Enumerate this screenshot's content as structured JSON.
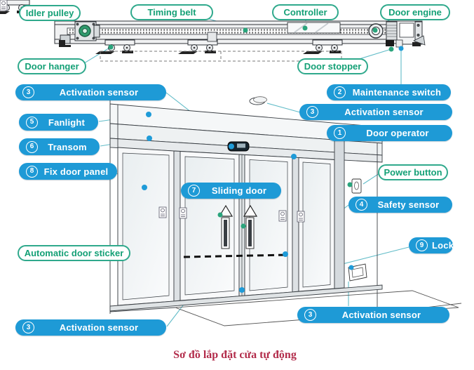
{
  "caption": "Sơ đồ lắp đặt cửa tự động",
  "colors": {
    "label_blue": "#1e9ad6",
    "label_green_border": "#2fa98c",
    "label_green_text": "#14a076",
    "leader_line": "#62bcc8",
    "dot_green": "#2aa47c",
    "dot_blue": "#1f9bd8",
    "caption_red": "#b22b4a",
    "idler_pulley_green": "#2f9c6e"
  },
  "labels": {
    "idler_pulley": {
      "text": "Idler pulley"
    },
    "timing_belt": {
      "text": "Timing belt"
    },
    "controller": {
      "text": "Controller"
    },
    "door_engine": {
      "text": "Door engine"
    },
    "door_hanger": {
      "text": "Door hanger"
    },
    "door_stopper": {
      "text": "Door stopper"
    },
    "activation_sensor_top_left": {
      "number": "3",
      "text": "Activation sensor"
    },
    "maintenance_switch": {
      "number": "2",
      "text": "Maintenance switch"
    },
    "activation_sensor_right": {
      "number": "3",
      "text": "Activation sensor"
    },
    "fanlight": {
      "number": "5",
      "text": "Fanlight"
    },
    "door_operator": {
      "number": "1",
      "text": "Door operator"
    },
    "transom": {
      "number": "6",
      "text": "Transom"
    },
    "fix_door_panel": {
      "number": "8",
      "text": "Fix door panel"
    },
    "sliding_door": {
      "number": "7",
      "text": "Sliding door"
    },
    "safety_sensor": {
      "number": "4",
      "text": "Safety sensor"
    },
    "power_button": {
      "text": "Power button"
    },
    "lock": {
      "number": "9",
      "text": "Lock"
    },
    "automatic_door_sticker": {
      "text": "Automatic door sticker"
    },
    "activation_sensor_bottom_left": {
      "number": "3",
      "text": "Activation sensor"
    },
    "activation_sensor_bottom_right": {
      "number": "3",
      "text": "Activation sensor"
    }
  }
}
